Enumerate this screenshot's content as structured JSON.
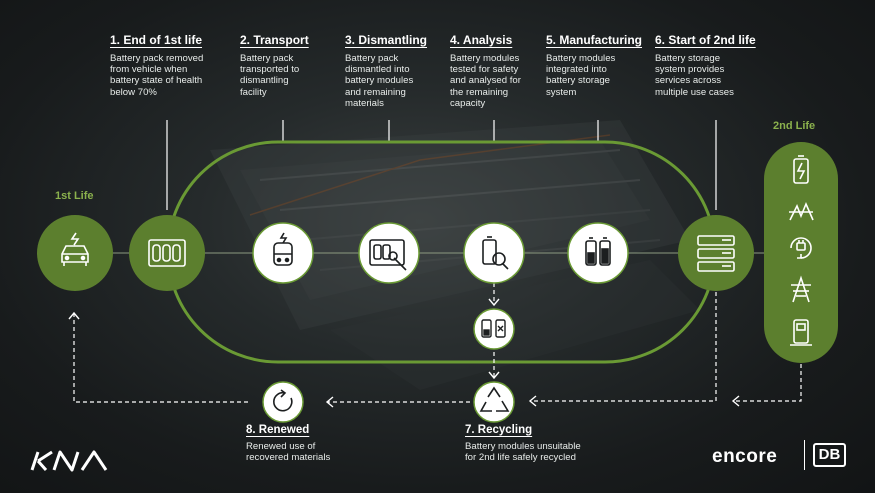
{
  "steps": [
    {
      "title": "1. End of 1st life",
      "desc": [
        "Battery pack removed",
        "from vehicle when",
        "battery state of health",
        "below 70%"
      ]
    },
    {
      "title": "2. Transport",
      "desc": [
        "Battery pack",
        "transported to",
        "dismantling",
        "facility"
      ]
    },
    {
      "title": "3. Dismantling",
      "desc": [
        "Battery pack",
        "dismantled into",
        "battery modules",
        "and remaining",
        "materials"
      ]
    },
    {
      "title": "4. Analysis",
      "desc": [
        "Battery modules",
        "tested for safety",
        "and analysed for",
        "the remaining",
        "capacity"
      ]
    },
    {
      "title": "5. Manufacturing",
      "desc": [
        "Battery modules",
        "integrated into",
        "battery storage",
        "system"
      ]
    },
    {
      "title": "6. Start of 2nd life",
      "desc": [
        "Battery storage",
        "system provides",
        "services across",
        "multiple use cases"
      ]
    }
  ],
  "bottom_steps": [
    {
      "title": "8. Renewed",
      "desc": [
        "Renewed use of",
        "recovered materials"
      ]
    },
    {
      "title": "7. Recycling",
      "desc": [
        "Battery modules unsuitable",
        "for 2nd life safely recycled"
      ]
    }
  ],
  "labels": {
    "first_life": "1st Life",
    "second_life": "2nd Life"
  },
  "brands": {
    "kia": "KIA",
    "encore": "encore",
    "db": "DB"
  },
  "colors": {
    "accent": "#5c7f2e",
    "accent_light": "#8bb14d",
    "loop": "#6a9a34"
  }
}
